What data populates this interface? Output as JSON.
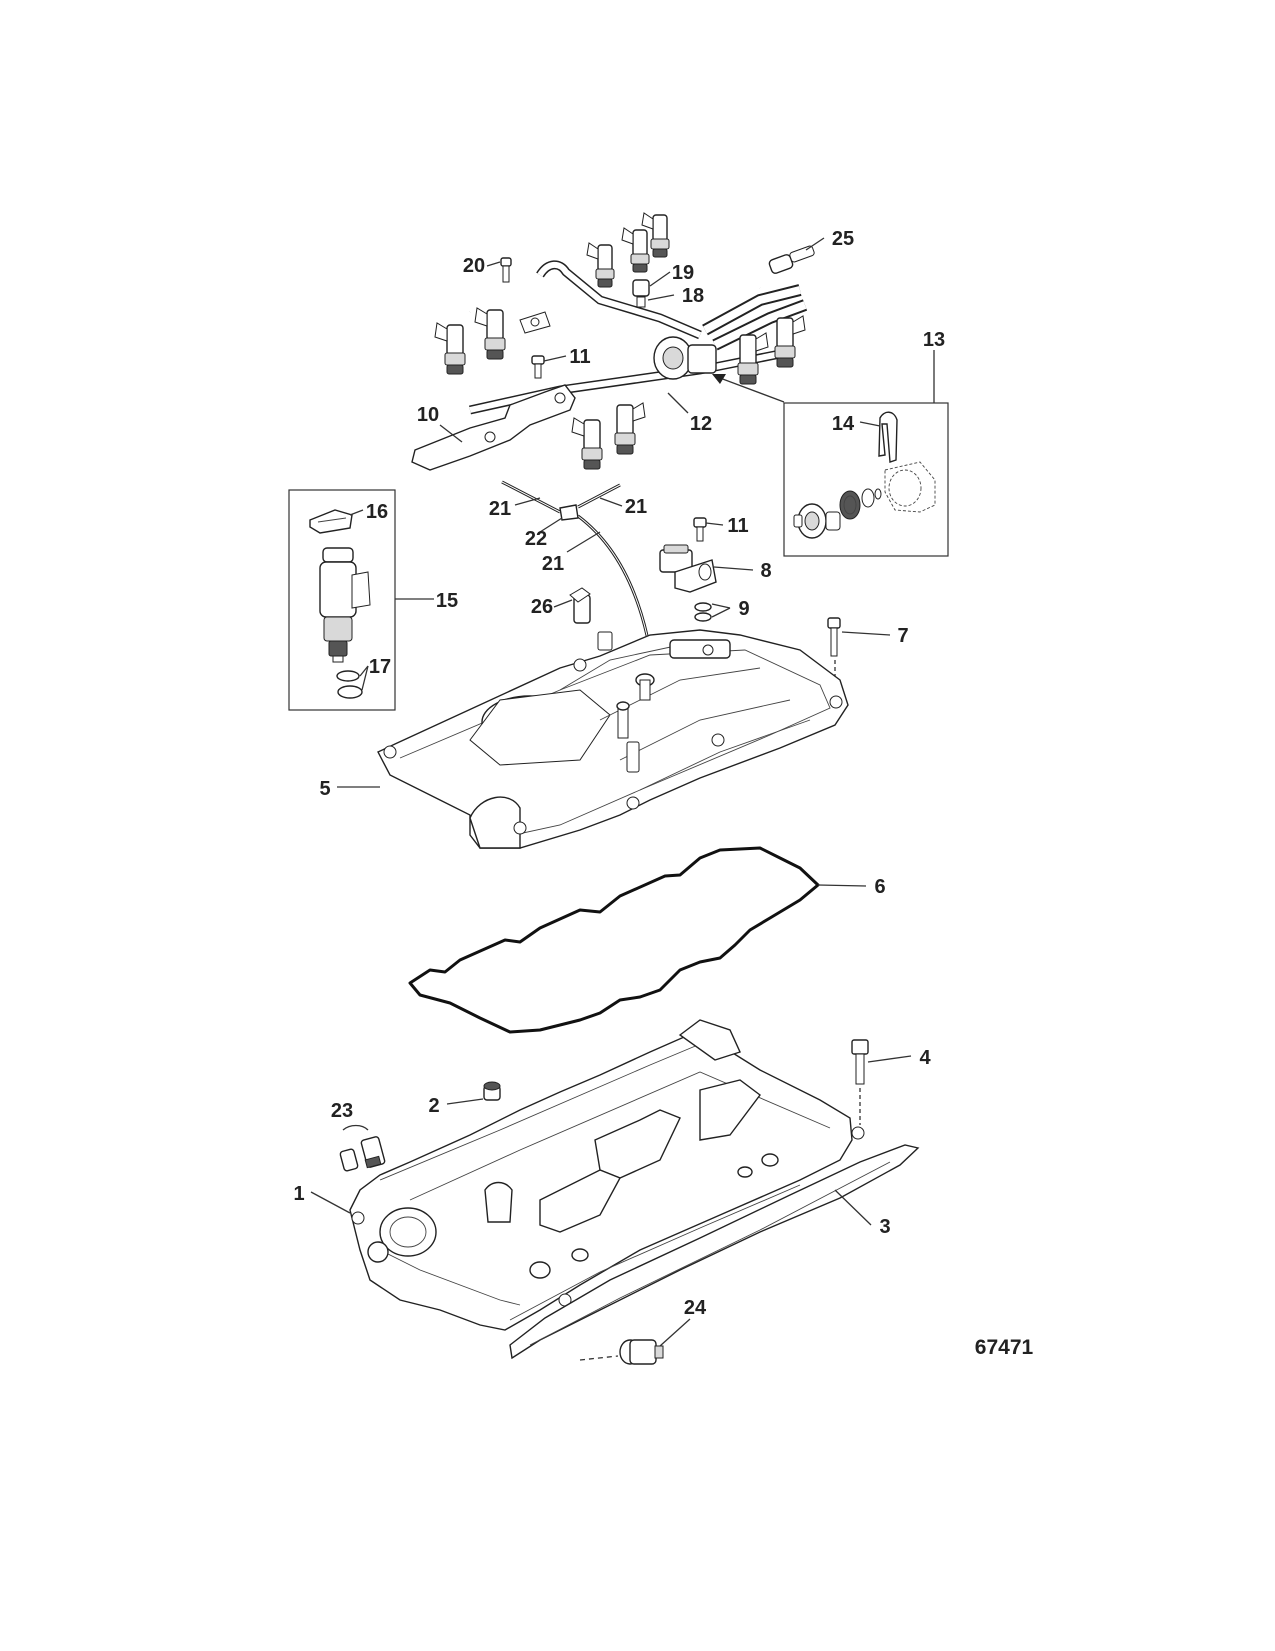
{
  "figure_id": "67471",
  "callouts": [
    {
      "key": "c1",
      "label": "1"
    },
    {
      "key": "c2",
      "label": "2"
    },
    {
      "key": "c3",
      "label": "3"
    },
    {
      "key": "c4",
      "label": "4"
    },
    {
      "key": "c5",
      "label": "5"
    },
    {
      "key": "c6",
      "label": "6"
    },
    {
      "key": "c7",
      "label": "7"
    },
    {
      "key": "c8",
      "label": "8"
    },
    {
      "key": "c9",
      "label": "9"
    },
    {
      "key": "c10",
      "label": "10"
    },
    {
      "key": "c11a",
      "label": "11"
    },
    {
      "key": "c11b",
      "label": "11"
    },
    {
      "key": "c12",
      "label": "12"
    },
    {
      "key": "c13",
      "label": "13"
    },
    {
      "key": "c14",
      "label": "14"
    },
    {
      "key": "c15",
      "label": "15"
    },
    {
      "key": "c16",
      "label": "16"
    },
    {
      "key": "c17",
      "label": "17"
    },
    {
      "key": "c18",
      "label": "18"
    },
    {
      "key": "c19",
      "label": "19"
    },
    {
      "key": "c20",
      "label": "20"
    },
    {
      "key": "c21a",
      "label": "21"
    },
    {
      "key": "c21b",
      "label": "21"
    },
    {
      "key": "c21c",
      "label": "21"
    },
    {
      "key": "c22",
      "label": "22"
    },
    {
      "key": "c23",
      "label": "23"
    },
    {
      "key": "c24",
      "label": "24"
    },
    {
      "key": "c25",
      "label": "25"
    },
    {
      "key": "c26",
      "label": "26"
    }
  ]
}
